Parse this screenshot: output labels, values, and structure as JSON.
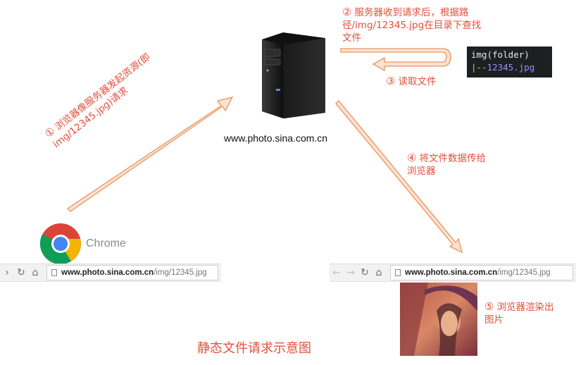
{
  "server": {
    "domain_label": "www.photo.sina.com.cn"
  },
  "steps": [
    {
      "num": "①",
      "text": "浏览器像服务器发起资源(即img/12345.jpg)请求"
    },
    {
      "num": "②",
      "text": "服务器收到请求后，根据路径/img/12345.jpg在目录下查找文件"
    },
    {
      "num": "③",
      "text": "读取文件"
    },
    {
      "num": "④",
      "text": "将文件数据传给浏览器"
    },
    {
      "num": "⑤",
      "text": "浏览器渲染出图片"
    }
  ],
  "folder_listing": {
    "line1": "img(folder)",
    "line2_prefix": "|--",
    "line2_file": "12345.jpg"
  },
  "browser": {
    "name": "Chrome",
    "url_host": "www.photo.sina.com.cn",
    "url_path": "/img/12345.jpg"
  },
  "caption": "静态文件请求示意图",
  "colors": {
    "annotation": "#e2503d",
    "arrow_fill": "#fbe3d3",
    "arrow_stroke": "#e8945f"
  }
}
